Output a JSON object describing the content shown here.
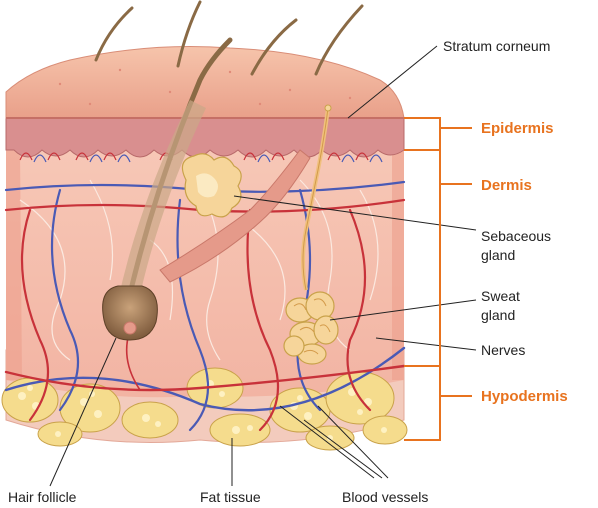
{
  "labels": {
    "stratum_corneum": "Stratum corneum",
    "epidermis": "Epidermis",
    "dermis": "Dermis",
    "sebaceous_gland_line1": "Sebaceous",
    "sebaceous_gland_line2": "gland",
    "sweat_gland_line1": "Sweat",
    "sweat_gland_line2": "gland",
    "nerves": "Nerves",
    "hypodermis": "Hypodermis",
    "hair_follicle": "Hair follicle",
    "fat_tissue": "Fat tissue",
    "blood_vessels": "Blood vessels"
  },
  "colors": {
    "accent": "#e8731f",
    "label_text": "#222222",
    "skin_surface": "#f3b196",
    "epidermis_band": "#d98f8f",
    "dermis": "#f6c2b1",
    "hypodermis": "#f4cfc0",
    "fat_cells": "#f5dc8d",
    "vein": "#4a5ab5",
    "artery": "#c8323a",
    "hair": "#8a6a45",
    "gland": "#f6d59a"
  }
}
